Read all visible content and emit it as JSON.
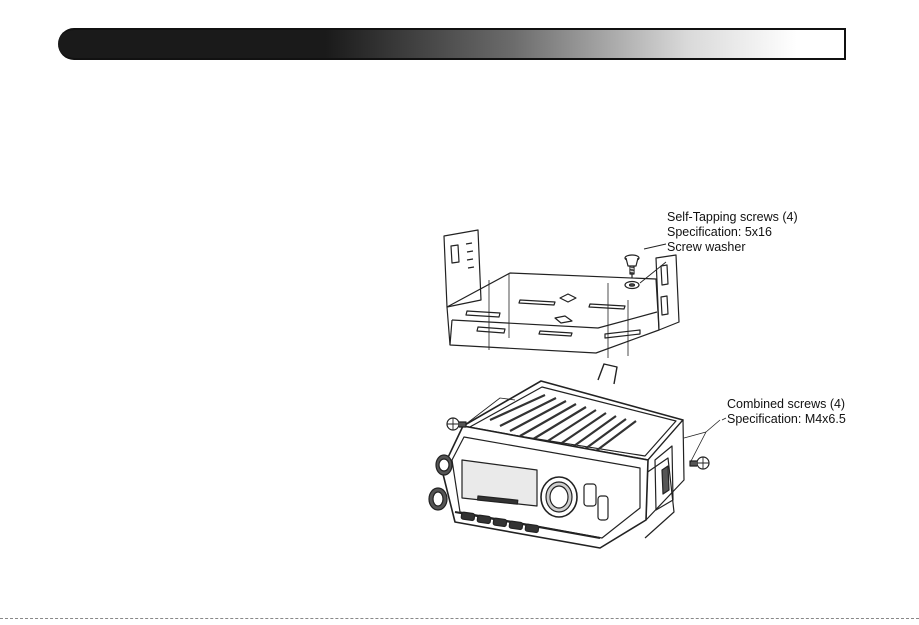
{
  "callouts": {
    "self_tapping": {
      "line1": "Self-Tapping screws (4)",
      "line2": "Specification: 5x16",
      "line3": "Screw washer"
    },
    "combined": {
      "line1": "Combined screws (4)",
      "line2": "Specification: M4x6.5"
    }
  },
  "colors": {
    "header_dark": "#1a1a1a",
    "ink": "#111111"
  }
}
